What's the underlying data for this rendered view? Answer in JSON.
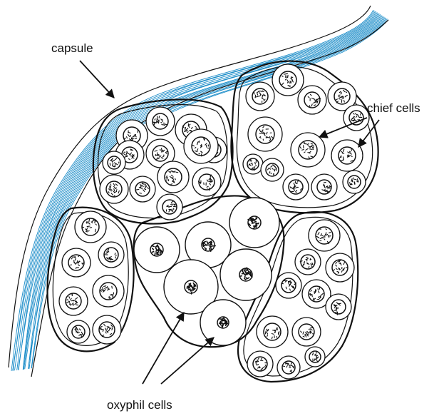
{
  "labels": {
    "capsule": "capsule",
    "chief": "chief cells",
    "oxyphil": "oxyphil cells"
  },
  "colors": {
    "capsule_fibers": "#1a8cc8",
    "ink": "#111111",
    "background": "#ffffff"
  }
}
